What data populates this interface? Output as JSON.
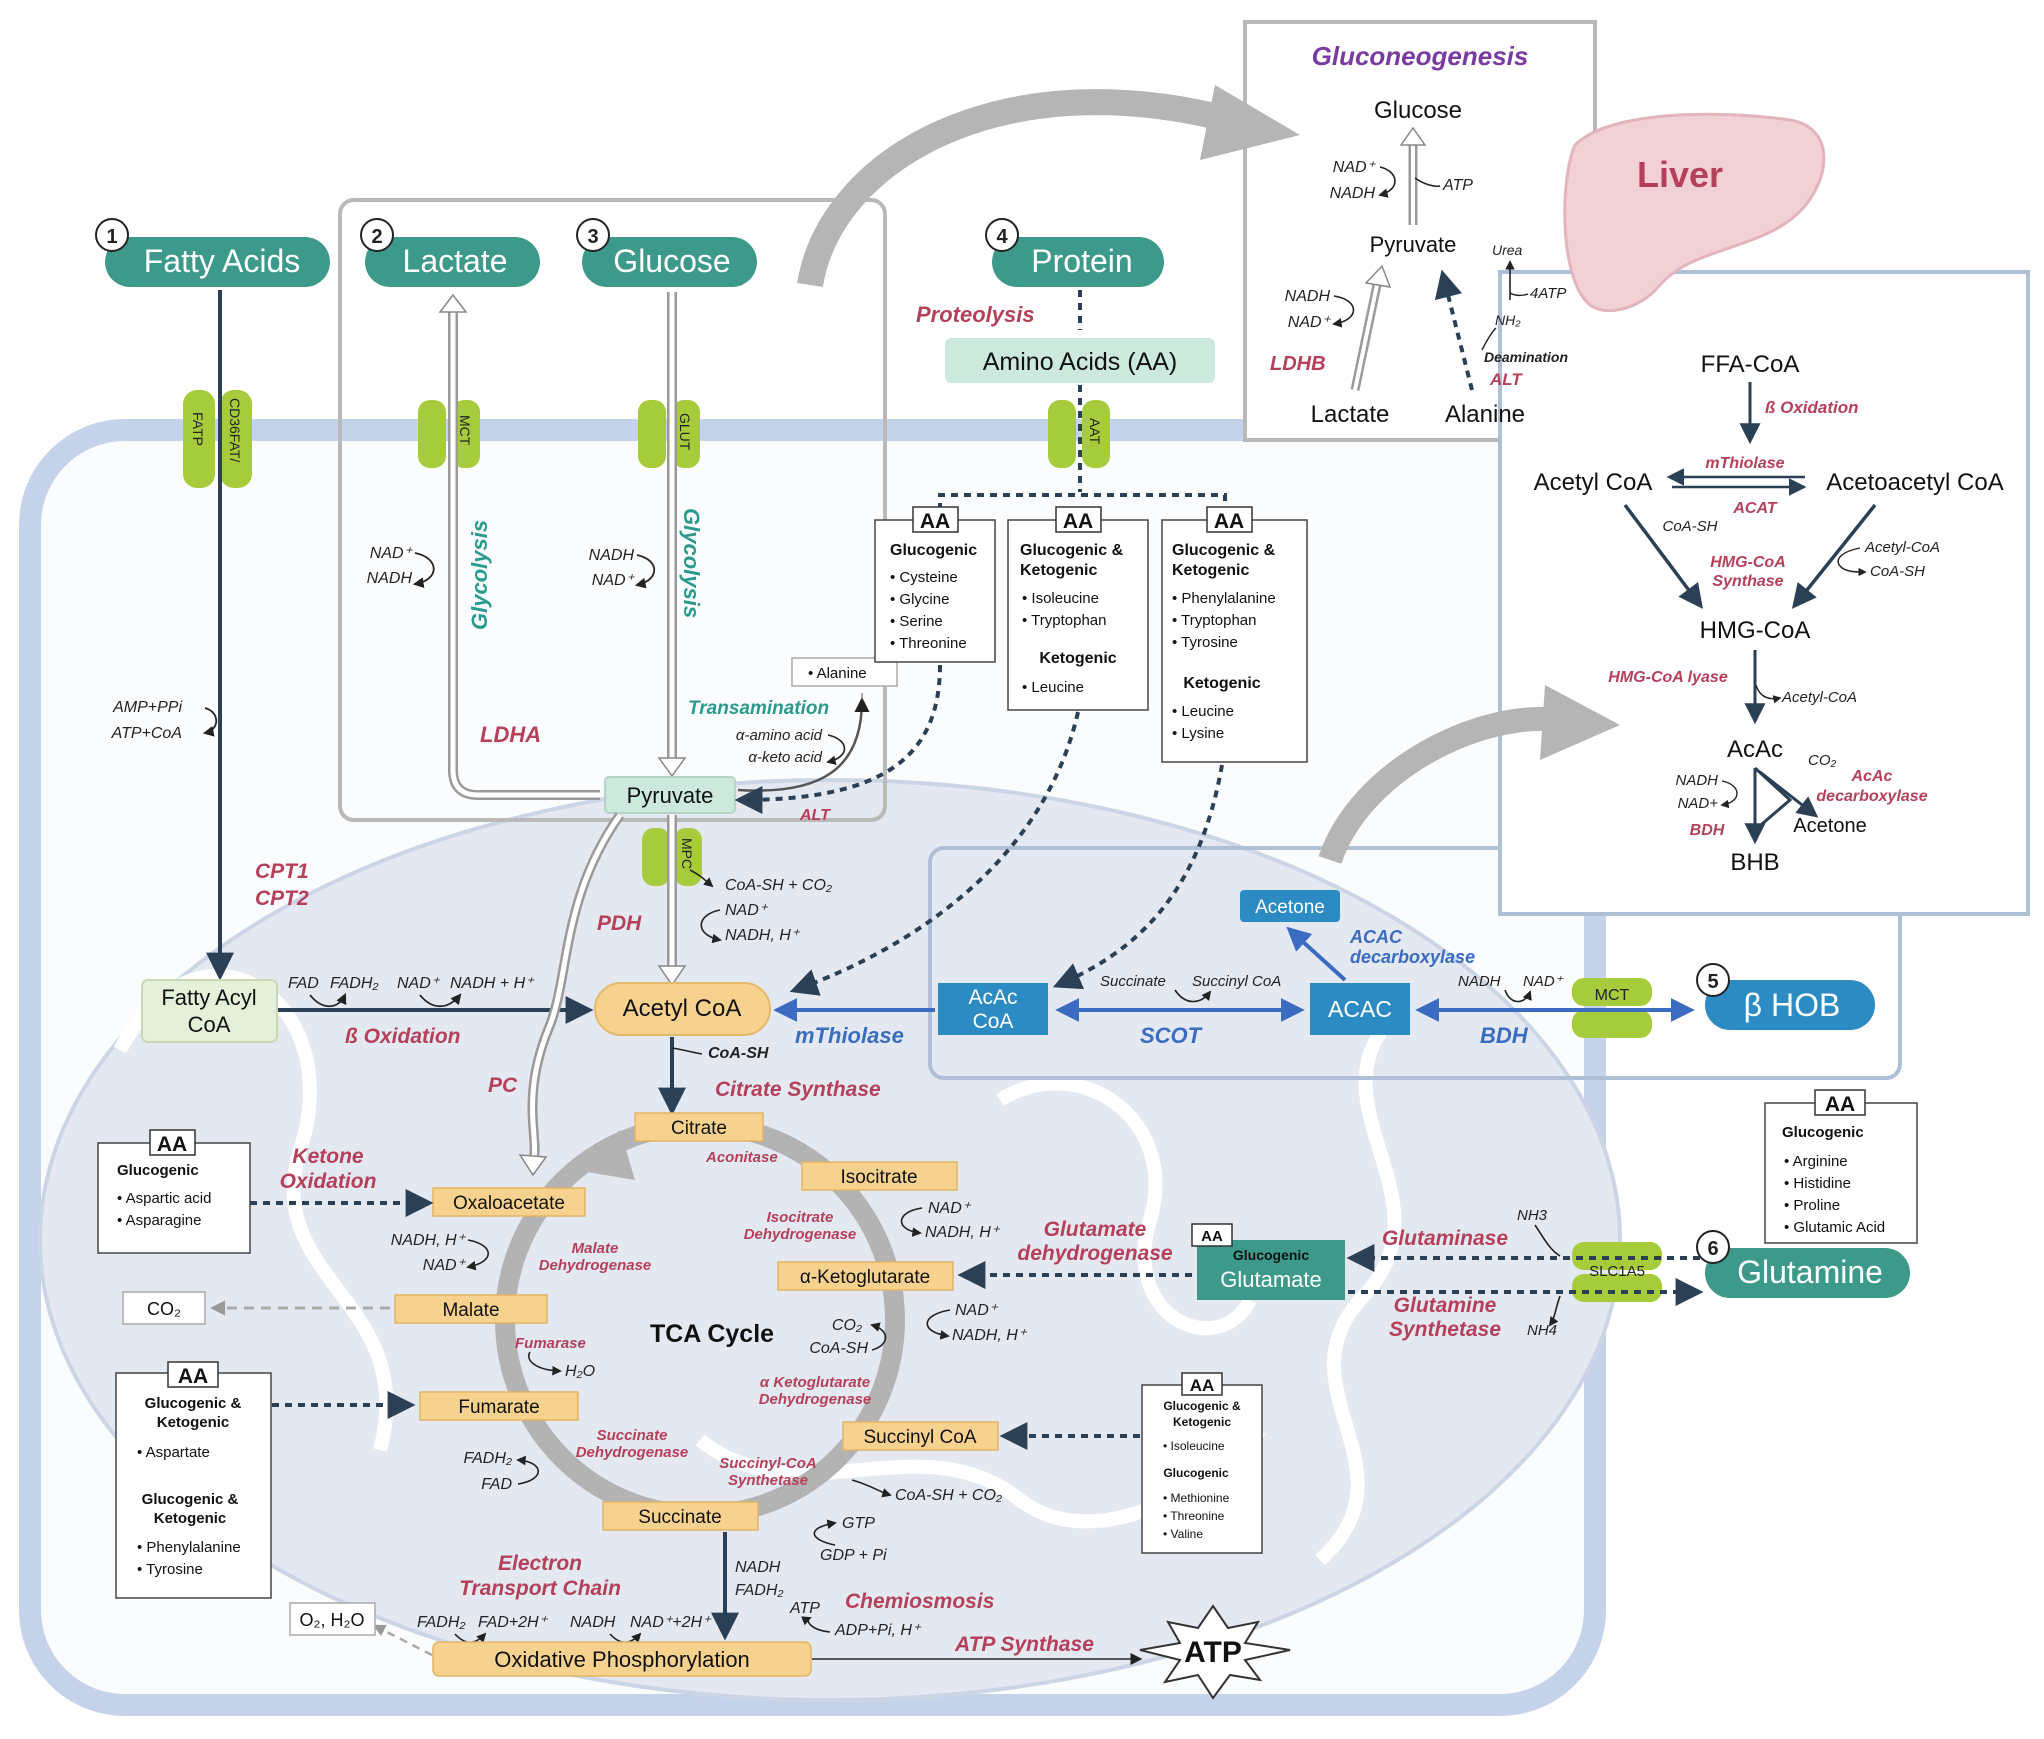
{
  "sources": {
    "fatty_acids": {
      "num": "1",
      "label": "Fatty Acids"
    },
    "lactate": {
      "num": "2",
      "label": "Lactate"
    },
    "glucose": {
      "num": "3",
      "label": "Glucose"
    },
    "protein": {
      "num": "4",
      "label": "Protein"
    },
    "bhob": {
      "num": "5",
      "label": "β HOB"
    },
    "glutamine": {
      "num": "6",
      "label": "Glutamine"
    }
  },
  "transporters": {
    "cd36": "CD36FAT/",
    "fatp": "FATP",
    "mct1": "MCT",
    "glut": "GLUT",
    "aat": "AAT",
    "mpc": "MPC",
    "mct2": "MCT",
    "slc1a5": "SLC1A5"
  },
  "amino_acids_box": "Amino Acids (AA)",
  "proteolysis": "Proteolysis",
  "glycolysis": "Glycolysis",
  "ldha": "LDHA",
  "transamination": "Transamination",
  "alanine_item": "• Alanine",
  "alpha_amino": "α-amino acid",
  "alpha_keto": "α-keto acid",
  "alt": "ALT",
  "pyruvate": "Pyruvate",
  "cofactors": {
    "nad": "NAD⁺",
    "nadh": "NADH",
    "amp_ppi": "AMP+PPi",
    "atp_coa": "ATP+CoA",
    "coa_sh_co2": "CoA-SH + CO₂",
    "nadh_h": "NADH, H⁺",
    "coa_sh": "CoA-SH",
    "fad": "FAD",
    "fadh2": "FADH₂",
    "nadh_plus_h": "NADH + H⁺",
    "nadh_h2": "NADH, H⁺",
    "h2o": "H₂O",
    "co2": "CO₂",
    "gtp": "GTP",
    "gdp_pi": "GDP + Pi",
    "nadh_b": "NADH",
    "fadh2_b": "FADH₂",
    "fadh2_c": "FADH₂",
    "fad_2h": "FAD+2H⁺",
    "nadh_c": "NADH",
    "nad_2h": "NAD⁺+2H⁺",
    "atp_small": "ATP",
    "adp_pi": "ADP+Pi, H⁺",
    "nh3": "NH3",
    "nh4": "NH4"
  },
  "enzymes": {
    "cpt1": "CPT1",
    "cpt2": "CPT2",
    "pdh": "PDH",
    "beta_ox": "ß Oxidation",
    "mthiolase": "mThiolase",
    "scot": "SCOT",
    "bdh": "BDH",
    "acac_decarb": "ACAC\ndecarboxylase",
    "citrate_synthase": "Citrate Synthase",
    "pc": "PC",
    "ketone_ox": "Ketone\nOxidation",
    "aconitase": "Aconitase",
    "isocitrate_dh": "Isocitrate\nDehydrogenase",
    "malate_dh": "Malate\nDehydrogenase",
    "fumarase": "Fumarase",
    "akg_dh": "α Ketoglutarate\nDehydrogenase",
    "succinate_dh": "Succinate\nDehydrogenase",
    "succoa_synth": "Succinyl-CoA\nSynthetase",
    "etc": "Electron\nTransport Chain",
    "chemiosmosis": "Chemiosmosis",
    "atp_synthase": "ATP Synthase",
    "glutamate_dh": "Glutamate\ndehydrogenase",
    "glutaminase": "Glutaminase",
    "glutamine_synth": "Glutamine\nSynthetase"
  },
  "metabolites": {
    "fatty_acyl_coa": "Fatty Acyl\nCoA",
    "acetyl_coa": "Acetyl CoA",
    "acac_coa": "AcAc\nCoA",
    "acac": "ACAC",
    "acetone": "Acetone",
    "succinate_lbl": "Succinate",
    "succinyl_coa_lbl": "Succinyl CoA",
    "citrate": "Citrate",
    "isocitrate": "Isocitrate",
    "oxaloacetate": "Oxaloacetate",
    "akg": "α-Ketoglutarate",
    "malate": "Malate",
    "fumarate": "Fumarate",
    "succinyl_coa": "Succinyl CoA",
    "succinate": "Succinate",
    "tca": "TCA Cycle",
    "ox_phos": "Oxidative Phosphorylation",
    "atp": "ATP",
    "co2_box": "CO₂",
    "o2_h2o": "O₂, H₂O",
    "glutamate_tag": "Glucogenic",
    "glutamate": "Glutamate"
  },
  "aa_boxes": {
    "header": "AA",
    "box1": {
      "title": "Glucogenic",
      "items": [
        "• Cysteine",
        "• Glycine",
        "• Serine",
        "• Threonine"
      ]
    },
    "box2": {
      "title": "Glucogenic &\nKetogenic",
      "items": [
        "• Isoleucine",
        "• Tryptophan"
      ],
      "title2": "Ketogenic",
      "items2": [
        "• Leucine"
      ]
    },
    "box3": {
      "title": "Glucogenic &\nKetogenic",
      "items": [
        "• Phenylalanine",
        "• Tryptophan",
        "• Tyrosine"
      ],
      "title2": "Ketogenic",
      "items2": [
        "• Leucine",
        "• Lysine"
      ]
    },
    "box4": {
      "title": "Glucogenic",
      "items": [
        "• Aspartic acid",
        "• Asparagine"
      ]
    },
    "box5": {
      "title": "Glucogenic &\nKetogenic",
      "items": [
        "• Aspartate"
      ],
      "title2": "Glucogenic &\nKetogenic",
      "items2": [
        "• Phenylalanine",
        "• Tyrosine"
      ]
    },
    "box6": {
      "title": "Glucogenic &\nKetogenic",
      "items": [
        "• Isoleucine"
      ],
      "title2": "Glucogenic",
      "items2": [
        "• Methionine",
        "• Threonine",
        "• Valine"
      ]
    },
    "box7": {
      "title": "Glucogenic",
      "items": [
        "• Arginine",
        "• Histidine",
        "• Proline",
        "• Glutamic Acid"
      ]
    }
  },
  "gluconeogenesis": {
    "title": "Gluconeogenesis",
    "glucose": "Glucose",
    "pyruvate": "Pyruvate",
    "lactate": "Lactate",
    "alanine": "Alanine",
    "ldhb": "LDHB",
    "alt": "ALT",
    "deamination": "Deamination",
    "urea": "Urea",
    "four_atp": "4ATP",
    "nh2": "NH₂",
    "nad": "NAD⁺",
    "nadh": "NADH",
    "atp": "ATP",
    "nadh2": "NADH",
    "nad2": "NAD⁺"
  },
  "liver": "Liver",
  "ketogenesis": {
    "ffa_coa": "FFA-CoA",
    "beta_ox": "ß Oxidation",
    "acetyl_coa": "Acetyl CoA",
    "acetoacetyl_coa": "Acetoacetyl CoA",
    "mthiolase": "mThiolase",
    "acat": "ACAT",
    "coa_sh": "CoA-SH",
    "hmg_synthase": "HMG-CoA\nSynthase",
    "acetyl_coa_in": "Acetyl-CoA",
    "coa_sh2": "CoA-SH",
    "hmg_coa": "HMG-CoA",
    "hmg_lyase": "HMG-CoA lyase",
    "acetyl_coa_out": "Acetyl-CoA",
    "acac": "AcAc",
    "co2": "CO₂",
    "acac_decarb": "AcAc\ndecarboxylase",
    "nadh": "NADH",
    "nad": "NAD+",
    "bdh": "BDH",
    "acetone": "Acetone",
    "bhb": "BHB"
  },
  "colors": {
    "teal": "#3d9a8b",
    "blue": "#2d8bc4",
    "green_transporter": "#a6cc3c",
    "orange": "#f7d28f",
    "enzyme_red": "#b5405a",
    "membrane": "#c5d3ea",
    "mito_fill": "#e3e8f1",
    "dark_arrow": "#2b3f55",
    "blue_arrow": "#3b6cc2",
    "purple": "#7a3ba0"
  }
}
